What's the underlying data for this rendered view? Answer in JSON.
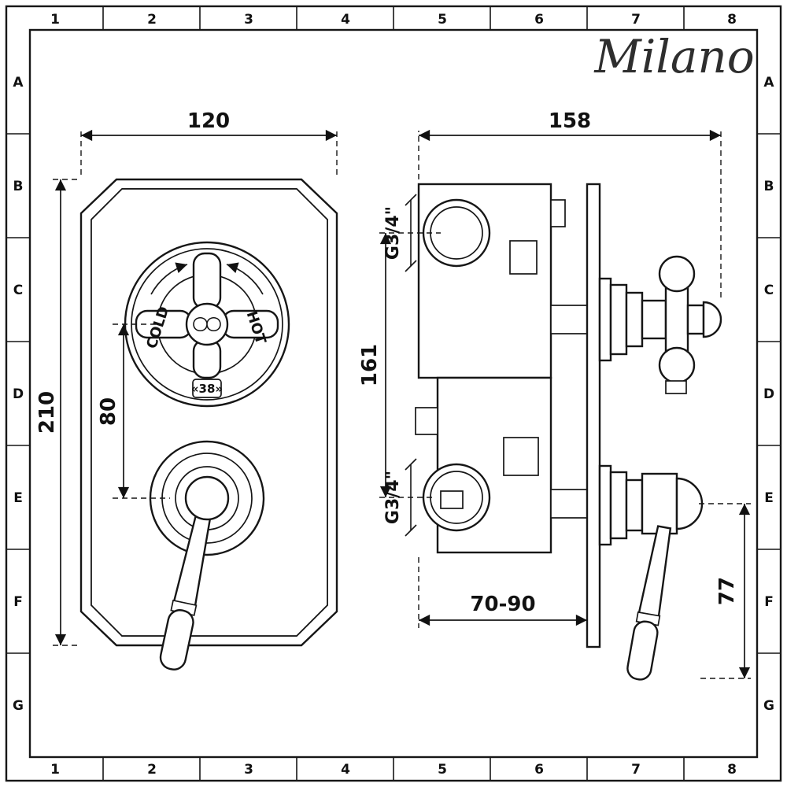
{
  "brand": {
    "logo": "Milano"
  },
  "grid": {
    "columns": [
      "1",
      "2",
      "3",
      "4",
      "5",
      "6",
      "7",
      "8"
    ],
    "rows": [
      "A",
      "B",
      "C",
      "D",
      "E",
      "F",
      "G"
    ]
  },
  "front_view": {
    "width_dim": "120",
    "height_dim": "210",
    "centers_dim": "80",
    "dial": {
      "cold": "COLD",
      "hot": "HOT",
      "temp": "«38»"
    }
  },
  "side_view": {
    "width_dim": "158",
    "ports_dim": "161",
    "port_top": "G3/4\"",
    "port_bottom": "G3/4\"",
    "depth_dim": "70-90",
    "lever_dim": "77"
  }
}
